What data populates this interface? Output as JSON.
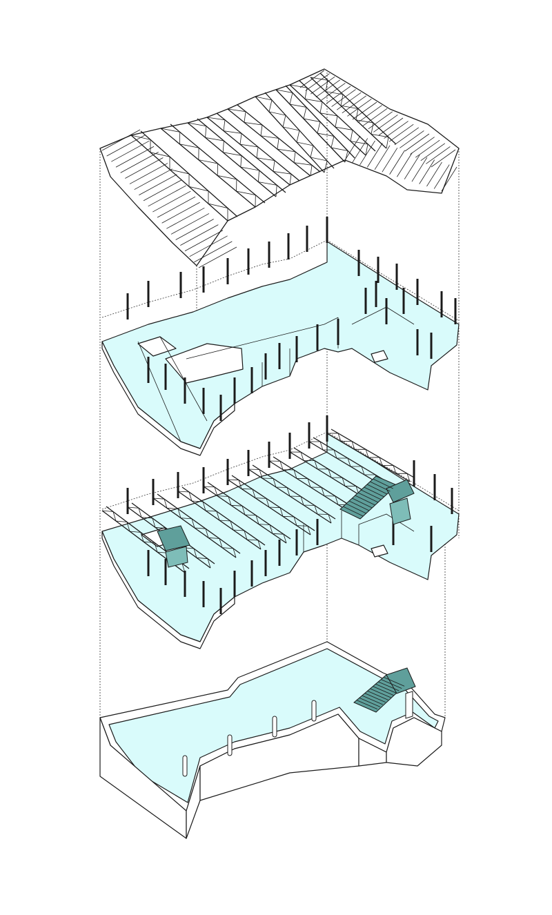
{
  "diagram": {
    "view": "axonometric-exploded",
    "layers": [
      {
        "id": "roof-structure",
        "fill": "none"
      },
      {
        "id": "upper-floor",
        "fill": "#d9fbfb"
      },
      {
        "id": "middle-floor-with-trusses",
        "fill": "#d9fbfb"
      },
      {
        "id": "ground-floor",
        "fill": "#d9fbfb"
      }
    ],
    "colors": {
      "line": "#1a1a1a",
      "floor": "#d9fbfb",
      "stair": "#5f9f9b",
      "background": "#ffffff"
    }
  }
}
